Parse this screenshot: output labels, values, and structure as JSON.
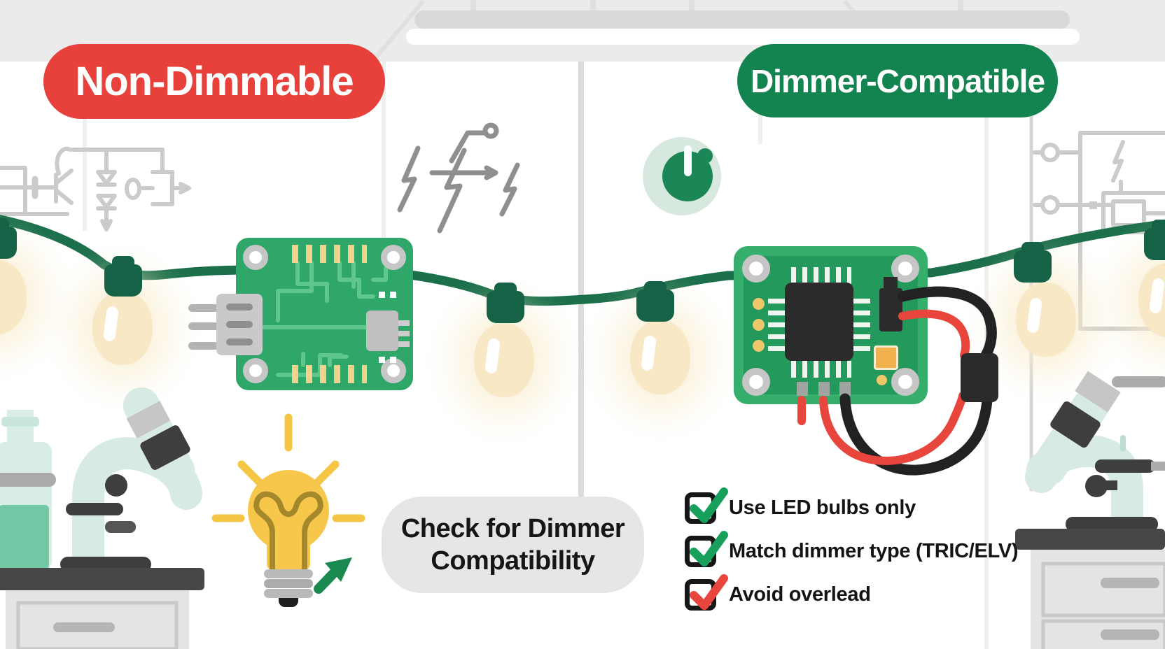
{
  "header": {
    "left_badge": {
      "label": "Non-Dimmable",
      "bg_color": "#E8403A",
      "text_color": "#FFFFFF"
    },
    "right_badge": {
      "label": "Dimmer-Compatible",
      "bg_color": "#13834F",
      "text_color": "#FFFFFF"
    }
  },
  "callout": {
    "text_line1": "Check for Dimmer",
    "text_line2": "Compatibility",
    "bg_color": "#E6E6E4"
  },
  "checklist": [
    {
      "label": "Use LED bulbs only",
      "checked": true,
      "check_color": "#17A05B"
    },
    {
      "label": "Match dimmer type (TRIC/ELV)",
      "checked": true,
      "check_color": "#17A05B"
    },
    {
      "label": "Avoid overlead",
      "checked": true,
      "check_color": "#E8453C"
    }
  ],
  "icons": {
    "lightning": "zigzag-bolt-with-arrow",
    "dimmer_knob": "rotary-knob",
    "checkbox_check": "checkmark",
    "idea_bulb": "lightbulb-with-rays",
    "cursor_arrow": "arrow-up-right",
    "string_lights": "hanging-bulb-string",
    "circuit_board": "green-pcb",
    "microscope": "lab-microscope",
    "flask": "reagent-bottle"
  },
  "colors": {
    "non_dimmable_red": "#E8403A",
    "dimmer_green": "#13834F",
    "wire_green": "#1B6F4B",
    "socket_green": "#166246",
    "pcb_green_left": "#2EA768",
    "pcb_green_right": "#36AF6C",
    "bulb_cream": "#F8E8C6",
    "check_green": "#17A05B",
    "check_red": "#E8453C",
    "callout_gray": "#E6E6E4",
    "idea_bulb_yellow": "#F6C74B",
    "ceiling_gray": "#EBEBEB",
    "schematic_gray": "#CBCBCB"
  }
}
